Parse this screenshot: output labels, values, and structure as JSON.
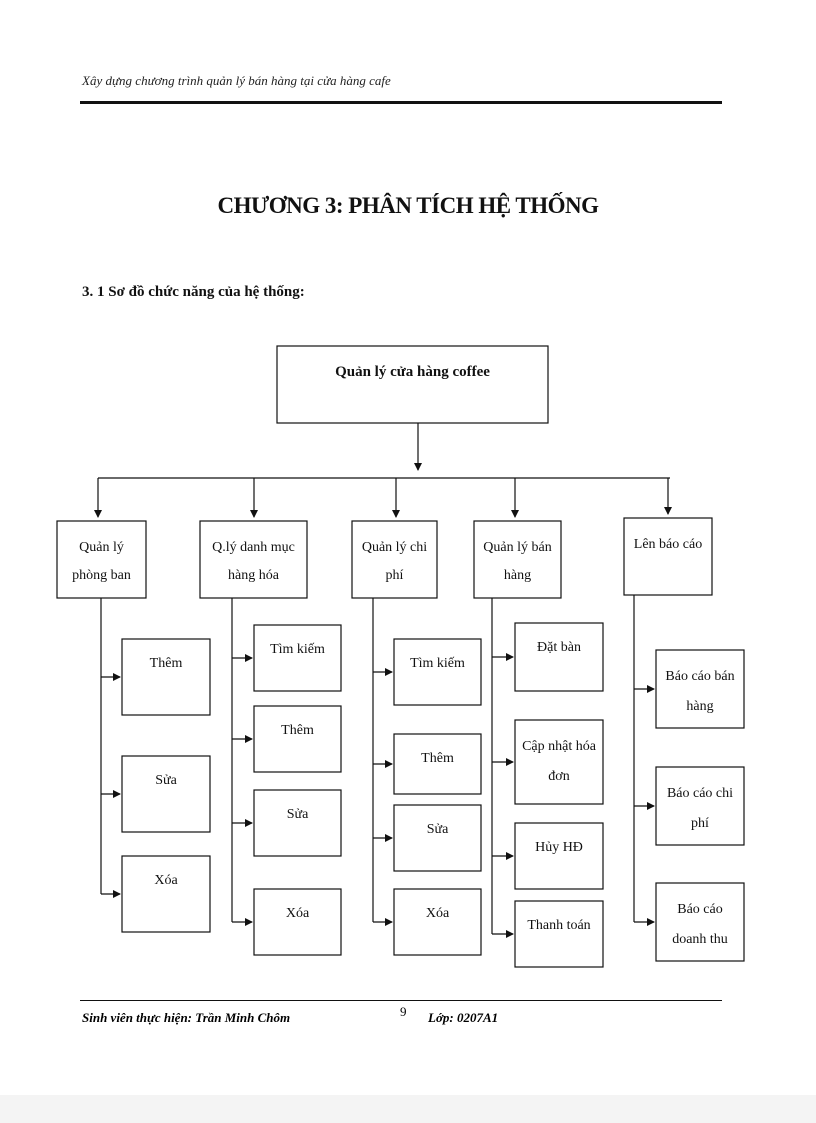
{
  "header": {
    "title": "Xây dựng chương trình quản lý bán hàng tại cửa hàng cafe"
  },
  "chapter": {
    "title": "CHƯƠNG 3: PHÂN TÍCH HỆ THỐNG"
  },
  "section": {
    "title": "3. 1 Sơ đồ chức năng của hệ thống:"
  },
  "diagram": {
    "root": "Quản lý cửa hàng coffee",
    "branches": [
      {
        "label": [
          "Quản lý",
          "phòng ban"
        ],
        "children": [
          [
            "Thêm"
          ],
          [
            "Sửa"
          ],
          [
            "Xóa"
          ]
        ]
      },
      {
        "label": [
          "Q.lý danh mục",
          "hàng hóa"
        ],
        "children": [
          [
            "Tìm kiếm"
          ],
          [
            "Thêm"
          ],
          [
            "Sửa"
          ],
          [
            "Xóa"
          ]
        ]
      },
      {
        "label": [
          "Quản lý chi",
          "phí"
        ],
        "children": [
          [
            "Tìm kiếm"
          ],
          [
            "Thêm"
          ],
          [
            "Sửa"
          ],
          [
            "Xóa"
          ]
        ]
      },
      {
        "label": [
          "Quản lý bán",
          "hàng"
        ],
        "children": [
          [
            "Đặt bàn"
          ],
          [
            "Cập nhật hóa",
            "đơn"
          ],
          [
            "Hủy HĐ"
          ],
          [
            "Thanh toán"
          ]
        ]
      },
      {
        "label": [
          "Lên báo cáo"
        ],
        "children": [
          [
            "Báo cáo bán",
            "hàng"
          ],
          [
            "Báo cáo chi",
            "phí"
          ],
          [
            "Báo cáo",
            "doanh thu"
          ]
        ]
      }
    ]
  },
  "footer": {
    "student": "Sinh viên thực hiện: Trần Minh Chôm",
    "page": "9",
    "class": "Lớp: 0207A1"
  }
}
